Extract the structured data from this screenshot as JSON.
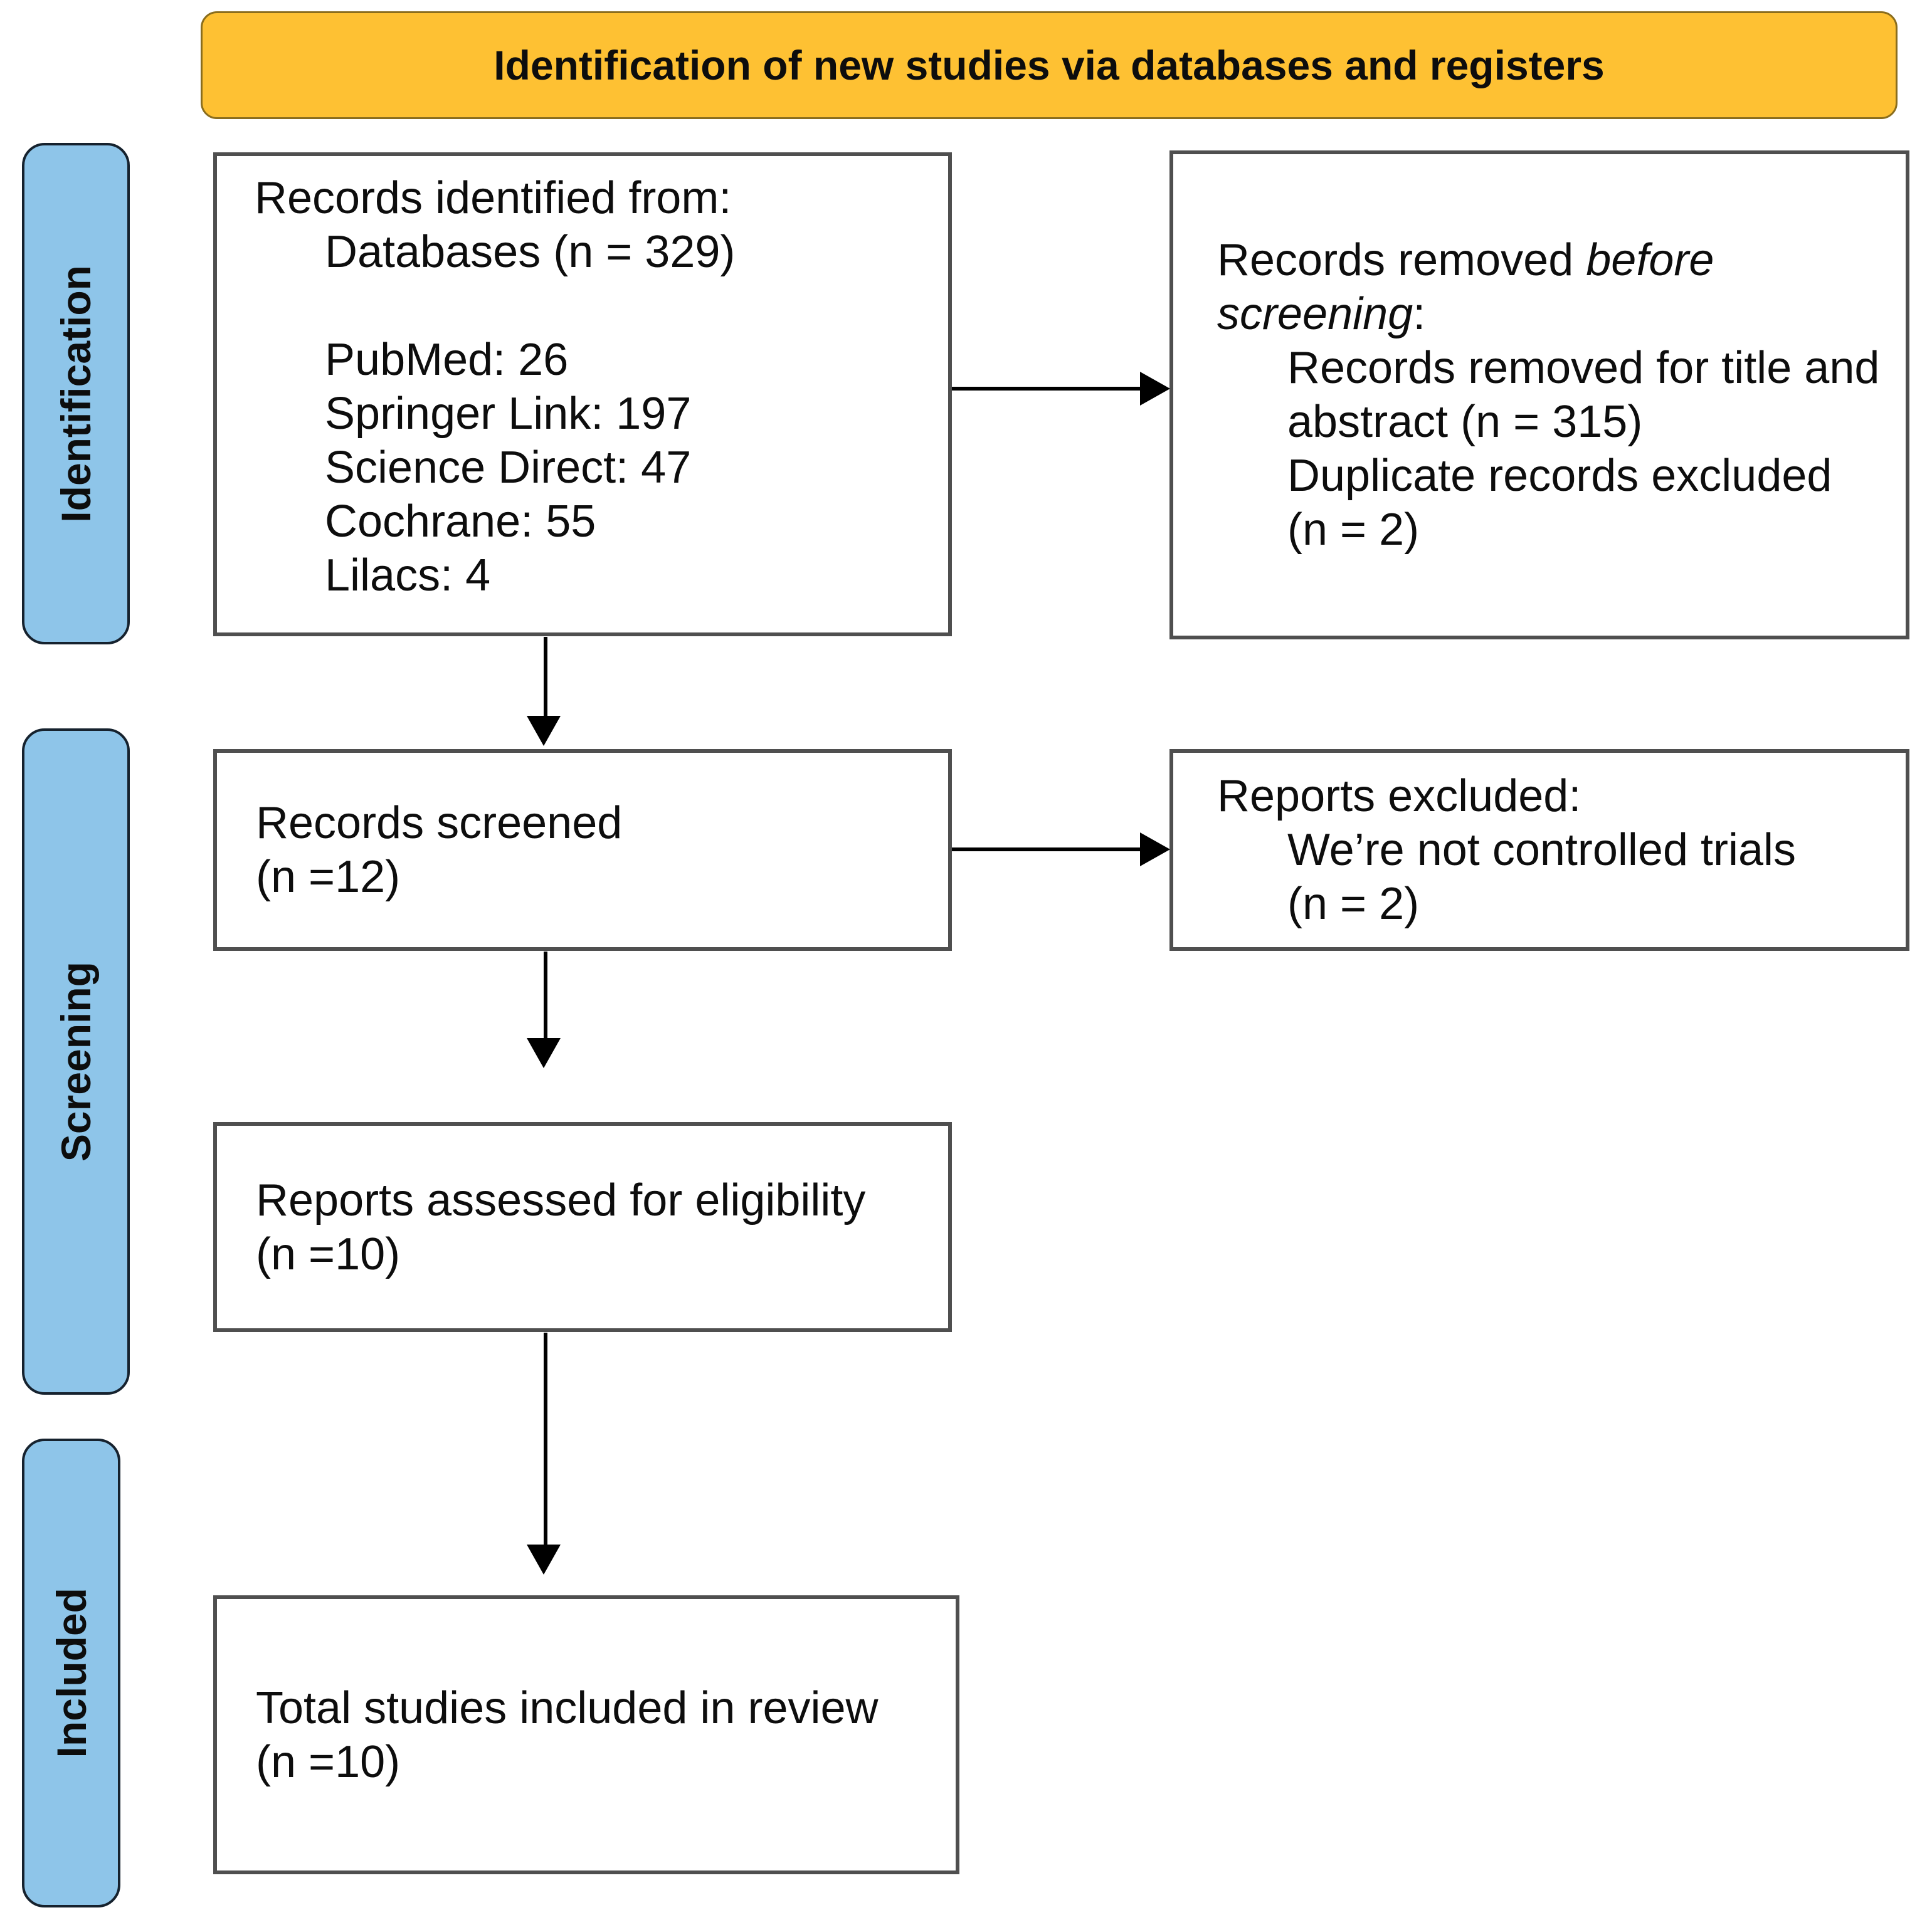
{
  "header": {
    "title": "Identification of new studies via databases and registers"
  },
  "sidebar": {
    "labels": [
      {
        "text": "Identification"
      },
      {
        "text": "Screening"
      },
      {
        "text": "Included"
      }
    ]
  },
  "boxes": {
    "identified": {
      "line1": "Records identified from:",
      "line2": "Databases (n = 329)",
      "line3": "PubMed: 26",
      "line4": "Springer Link: 197",
      "line5": "Science Direct: 47",
      "line6": "Cochrane: 55",
      "line7": "Lilacs: 4"
    },
    "removed": {
      "line1_pre": "Records removed ",
      "line1_italic": "before",
      "line2_italic": "screening",
      "line2_post": ":",
      "line3": "Records removed for title and",
      "line4": "abstract (n = 315)",
      "line5": "Duplicate records excluded",
      "line6": "(n = 2)"
    },
    "screened": {
      "line1": "Records screened",
      "line2": "(n =12)"
    },
    "excluded": {
      "line1": "Reports excluded:",
      "line2": "We’re not controlled trials",
      "line3": "(n = 2)"
    },
    "assessed": {
      "line1": "Reports assessed for eligibility",
      "line2": "(n =10)"
    },
    "total_included": {
      "line1": "Total studies included in review",
      "line2": "(n =10)"
    }
  },
  "colors": {
    "header_bg": "#FEC133",
    "header_border": "#8a6d1d",
    "stage_bg": "#8EC5E9",
    "stage_border": "#16222E",
    "box_border": "#4F4F4F",
    "arrow": "#000000"
  }
}
